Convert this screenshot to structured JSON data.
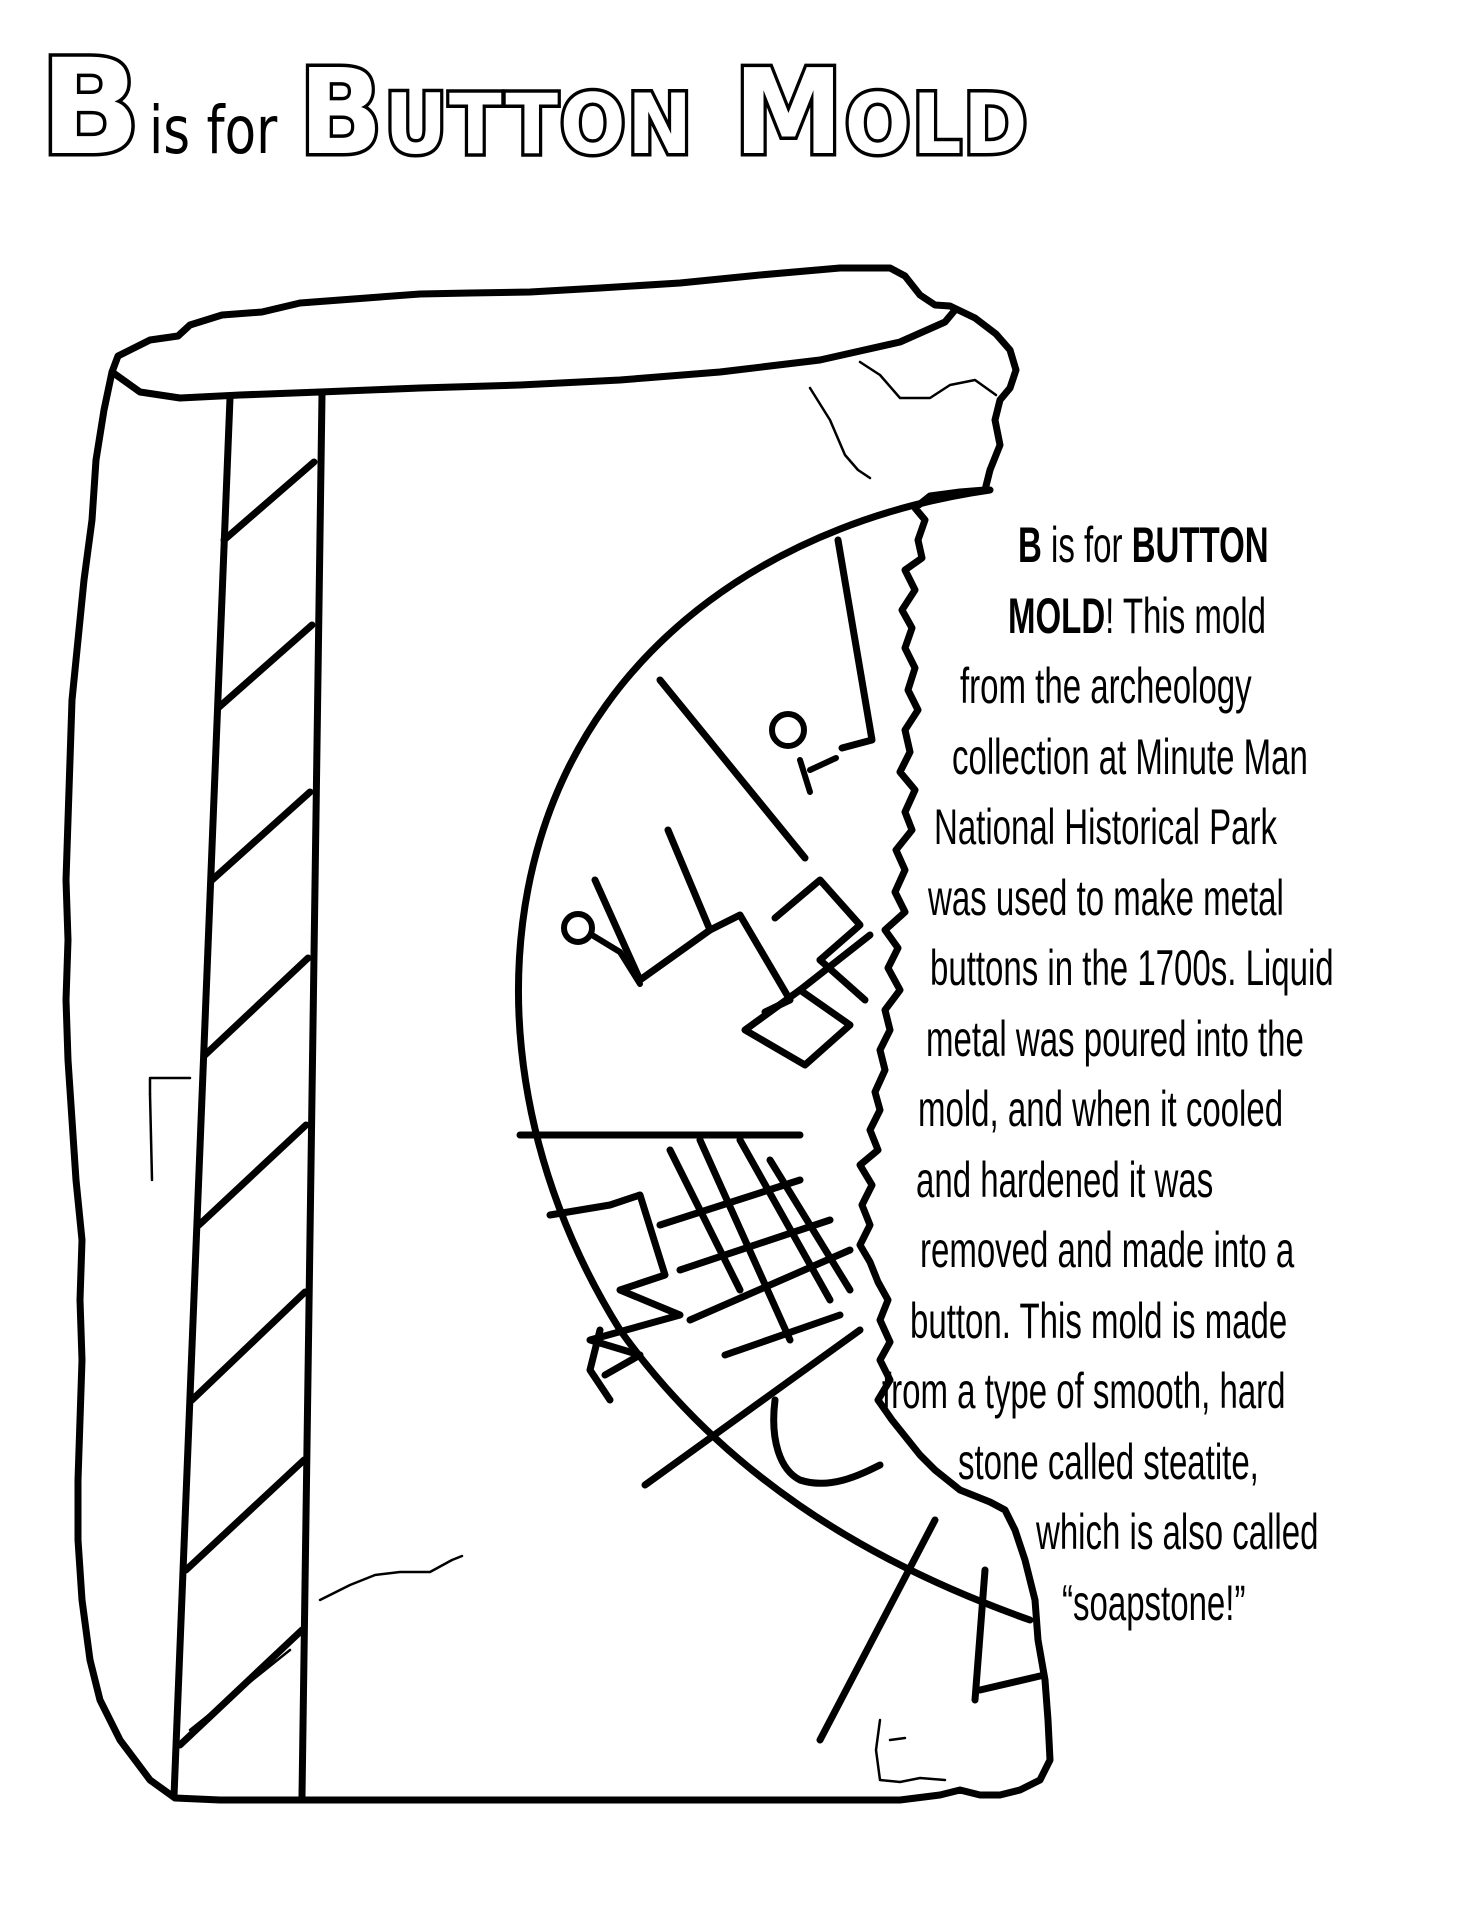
{
  "title": {
    "letter": "B",
    "is_for": "is for",
    "subject": "Button Mold"
  },
  "body": {
    "lead_letter": "B",
    "lead_is_for": "is for",
    "lead_subject_1": "BUTTON",
    "lead_subject_2": "MOLD",
    "lines": [
      "! This mold",
      "from the archeology",
      "collection at Minute Man",
      "National Historical Park",
      "was used to make metal",
      "buttons in the 1700s. Liquid",
      "metal was poured into the",
      "mold, and when it cooled",
      "and hardened it was",
      "removed and made into a",
      "button. This mold is made",
      "from a type of smooth, hard",
      "stone called steatite,",
      "which is also called",
      "“soapstone!”"
    ]
  },
  "colors": {
    "ink": "#000000",
    "paper": "#ffffff"
  },
  "icons": {
    "illustration": "button-mold-drawing"
  }
}
